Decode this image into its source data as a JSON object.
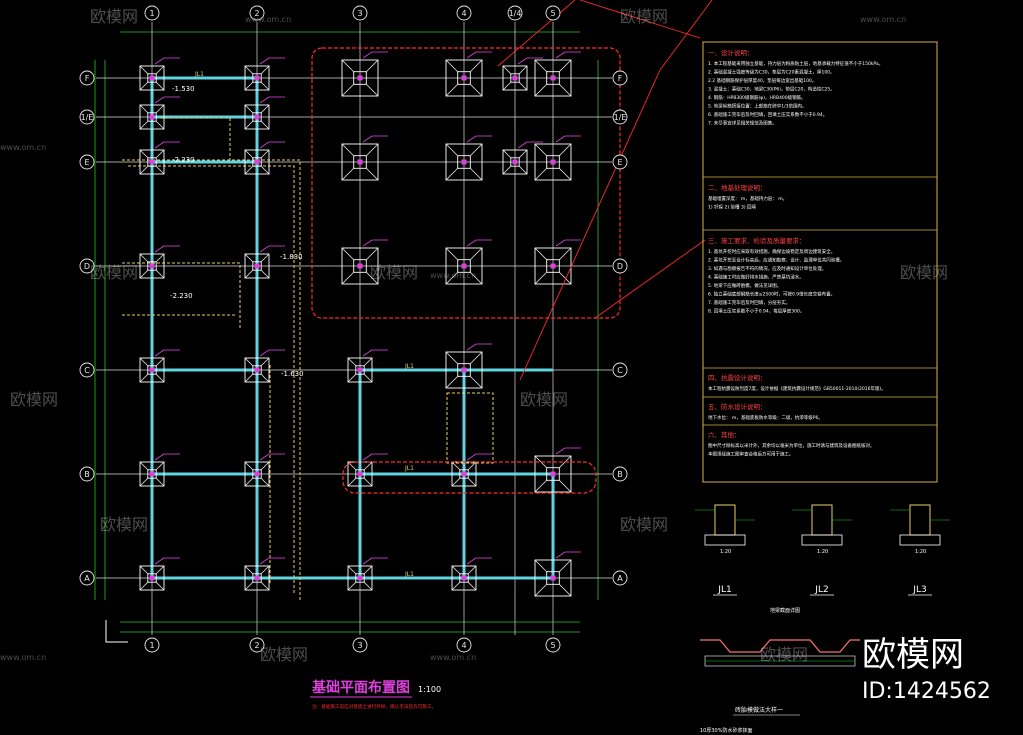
{
  "drawing": {
    "title": "基础平面布置图",
    "scale": "1:100",
    "title_note": "注：基础施工前应对基底土进行钎探，确认无误后方可施工。"
  },
  "grids": {
    "vertical": [
      "1",
      "2",
      "3",
      "4",
      "1/4",
      "5"
    ],
    "horizontal": [
      "F",
      "1/E",
      "E",
      "D",
      "C",
      "B",
      "A"
    ],
    "bottom_axes": [
      "1",
      "2",
      "3",
      "4",
      "5"
    ]
  },
  "elevations": [
    "-1.530",
    "-2.230",
    "-1.830",
    "-2.230",
    "-1.630"
  ],
  "beam_label": "JL1",
  "notes": {
    "h1": "一、设计说明：",
    "h1_lines": [
      "1. 本工程基础采用独立基础，持力层为粉质粘土层，地基承载力特征值不小于150kPa。",
      "2. 基础混凝土强度等级为C30，垫层为C20素混凝土，厚100。",
      "2.2 基础钢筋保护层厚度40，垫层每边宽出基础100。",
      "3. 混凝土：基础C30，地梁C30(P6)，垫层C20，构造柱C25。",
      "4. 钢筋：HPB300级钢筋(φ)，HRB400级钢筋。",
      "5. 地梁纵筋搭接位置：上部筋在跨中1/3范围内。",
      "6. 基础施工完毕后及时回填，回填土压实系数不小于0.94。",
      "7. 未尽事宜详见相关规范及图集。"
    ],
    "h2": "二、地基处理说明：",
    "h2_lines": [
      "基础埋置深度：              m，基础持力层：              m。",
      "1) 钎探              2) 验槽              3) 回填"
    ],
    "h3": "三、施工要求、检验及质量要求：",
    "h3_lines": [
      "1. 基坑开挖时应采取有效措施，确保边坡稳定及周边建筑安全。",
      "2. 基坑开挖至设计标高后，应通知勘察、设计、监理单位共同验槽。",
      "3. 如遇与勘察报告不符的情况，应及时通知设计单位处理。",
      "4. 基础施工时应做好排水措施，严禁基坑浸水。",
      "5. 地梁下应做砖胎模，做法见详图。",
      "6. 独立基础底部钢筋长度≥2500时，可按0.9倍长度交错布置。",
      "7. 基础施工完毕后及时回填，分层夯实。",
      "8. 回填土压实系数不小于0.94，每层厚度300。"
    ],
    "h4": "四、抗震设计说明：",
    "h4_lines": [
      "本工程抗震设防烈度7度，设计依据《建筑抗震设计规范》GB50011-2010(2016年版)。"
    ],
    "h5": "五、防水设计说明：",
    "h5_lines": [
      "地下水位：              m，基础底板防水等级：二级，抗渗等级P6。"
    ],
    "h6": "六、其他：",
    "h6_lines": [
      "图中尺寸除标高以米计外，其余均以毫米为单位，施工时请与建筑及设备图纸核对。",
      "本图须经施工图审查合格后方可用于施工。"
    ]
  },
  "sections": {
    "labels": [
      "JL1",
      "JL2",
      "JL3"
    ],
    "scale": "1:20",
    "caption": "地梁截面详图",
    "detail_title": "砖胎模做法大样一",
    "detail_note": "10厚30%防水砂浆抹面"
  },
  "watermark": {
    "brand": "欧模网",
    "site": "www.om.cn",
    "id": "ID:1424562"
  },
  "colors": {
    "grid": "#e8e8e8",
    "beam": "#5fd3e0",
    "footing": "#ffffff",
    "tag": "#e040e0",
    "revision": "#ff2a2a",
    "dim": "#22c52a",
    "notes_border": "#d8b040",
    "wall": "#e8d060"
  }
}
